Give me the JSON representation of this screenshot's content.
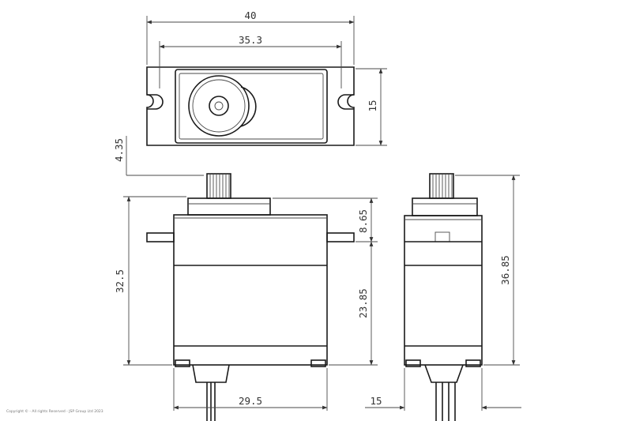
{
  "copyright": "Copyright © - All rights Reserved - JSP Group Ltd 2023",
  "top_view": {
    "width": "40",
    "hole_spacing": "35.3",
    "depth": "15"
  },
  "front_view": {
    "spline_height": "4.35",
    "total_height": "32.5",
    "flange_offset": "8.65",
    "lower_height": "23.85",
    "case_width": "29.5"
  },
  "side_view": {
    "total_height": "36.85",
    "case_depth": "15"
  }
}
